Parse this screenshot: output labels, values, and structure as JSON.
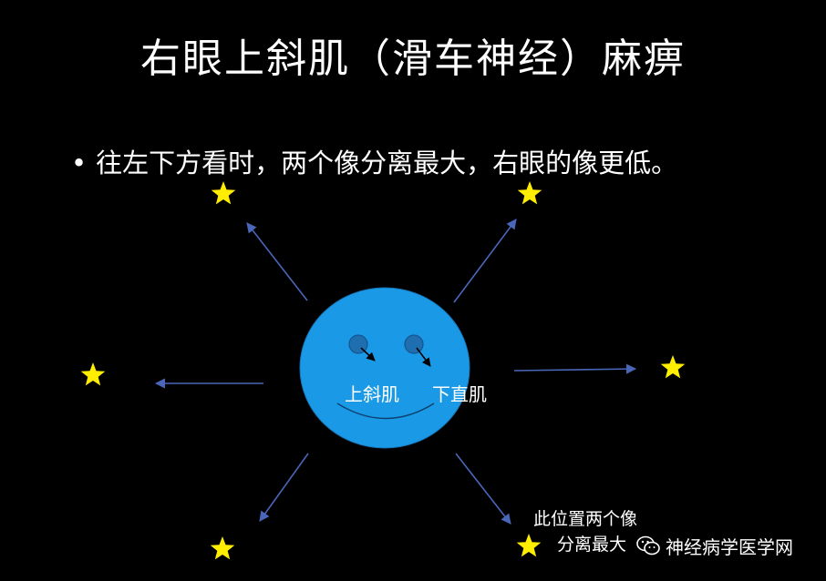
{
  "title": "右眼上斜肌（滑车神经）麻痹",
  "bullet": {
    "marker": "•",
    "text": "往左下方看时，两个像分离最大，右眼的像更低。"
  },
  "face": {
    "labels": {
      "superior_oblique": "上斜肌",
      "inferior_rectus": "下直肌"
    }
  },
  "note": {
    "line1": "此位置两个像",
    "line2": "分离最大"
  },
  "watermark": {
    "text": "神经病学医学网"
  },
  "colors": {
    "background": "#000000",
    "face": "#1a9ae6",
    "arrow": "#4a66b8",
    "star": "#ffee00",
    "text": "#ffffff"
  },
  "icons": [
    "star-icon",
    "arrow",
    "wechat-icon"
  ]
}
